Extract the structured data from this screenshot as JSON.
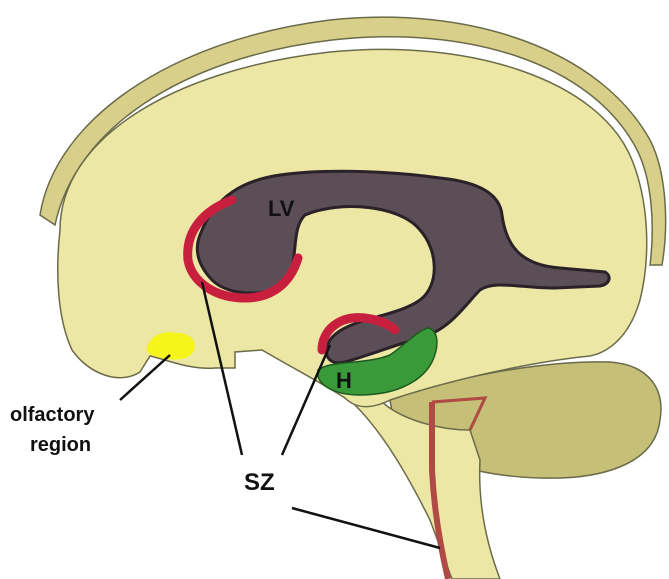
{
  "labels": {
    "lv": "LV",
    "h": "H",
    "sz": "SZ",
    "olfactory_line1": "olfactory",
    "olfactory_line2": "region"
  },
  "colors": {
    "brain_fill": "#ece7a4",
    "brain_outline": "#6b6b4a",
    "skull_fill": "#d8d08a",
    "ventricle_fill": "#5b4e57",
    "subventricular_zone": "#c91f3f",
    "hippocampus": "#3a9a3a",
    "olfactory": "#f5f51a",
    "cerebellum": "#c5bf78",
    "spinal_canal": "#b04a45",
    "leader_line": "#111111"
  }
}
